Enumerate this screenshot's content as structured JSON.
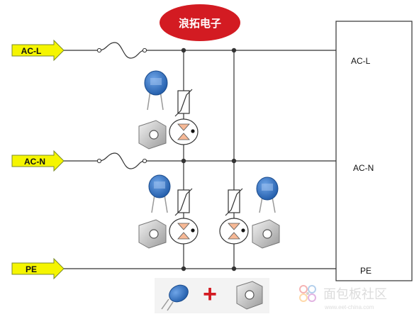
{
  "brand": {
    "text": "浪拓电子",
    "bg_color": "#e8000b",
    "text_color": "#ffffff"
  },
  "inputs": [
    {
      "id": "ac_l",
      "label": "AC-L"
    },
    {
      "id": "ac_n",
      "label": "AC-N"
    },
    {
      "id": "pe",
      "label": "PE"
    }
  ],
  "device_box": {
    "terminals": [
      {
        "id": "ac_l",
        "label": "AC-L"
      },
      {
        "id": "ac_n",
        "label": "AC-N"
      },
      {
        "id": "pe",
        "label": "PE"
      }
    ]
  },
  "legend": {
    "plus": "+"
  },
  "watermark": {
    "text": "面包板社区",
    "url": "www.eet-china.com"
  },
  "colors": {
    "arrow_fill": "#f5f500",
    "arrow_stroke": "#7a8a2a",
    "wire": "#333333",
    "varistor": "#2f6fc4",
    "gdt_fill": "#f7b996",
    "plus": "#d31b22"
  }
}
